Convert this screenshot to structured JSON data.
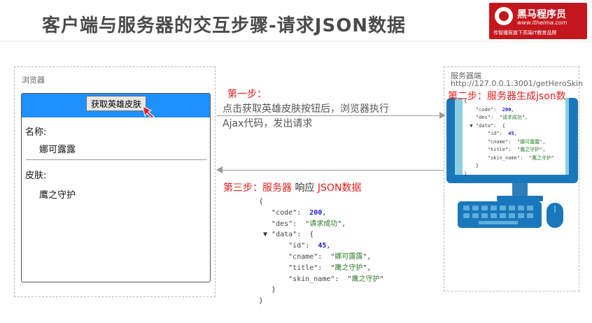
{
  "slide": {
    "title": "客户端与服务器的交互步骤-请求JSON数据"
  },
  "logo": {
    "name": "黑马程序员",
    "url": "www.itheima.com",
    "slogan": "传智播客旗下高端IT教育品牌"
  },
  "browser": {
    "label": "浏览器",
    "button_label": "获取英雄皮肤",
    "name_label": "名称:",
    "name_value": "娜可露露",
    "skin_label": "皮肤:",
    "skin_value": "鹰之守护"
  },
  "server": {
    "label": "服务器端",
    "url": "http://127.0.0.1:3001/getHeroSkin"
  },
  "steps": {
    "step1_title": "第一步：",
    "step1_line1": "点击获取英雄皮肤按钮后，浏览器执行",
    "step1_line2": "Ajax代码，发出请求",
    "step2_title": "第二步：服务器生成json数",
    "step3_prefix": "第三步：服务器",
    "step3_mid": "响应",
    "step3_suffix": "JSON数据"
  },
  "json_response": {
    "code": 200,
    "des": "请求成功",
    "data": {
      "id": 45,
      "cname": "娜可露露",
      "title": "鹰之守护",
      "skin_name": "鹰之守护"
    }
  },
  "colors": {
    "accent_red": "#e0201c",
    "browser_bar": "#1e90ff",
    "monitor_blue": "#1977bb",
    "logo_red": "#c4171d"
  }
}
